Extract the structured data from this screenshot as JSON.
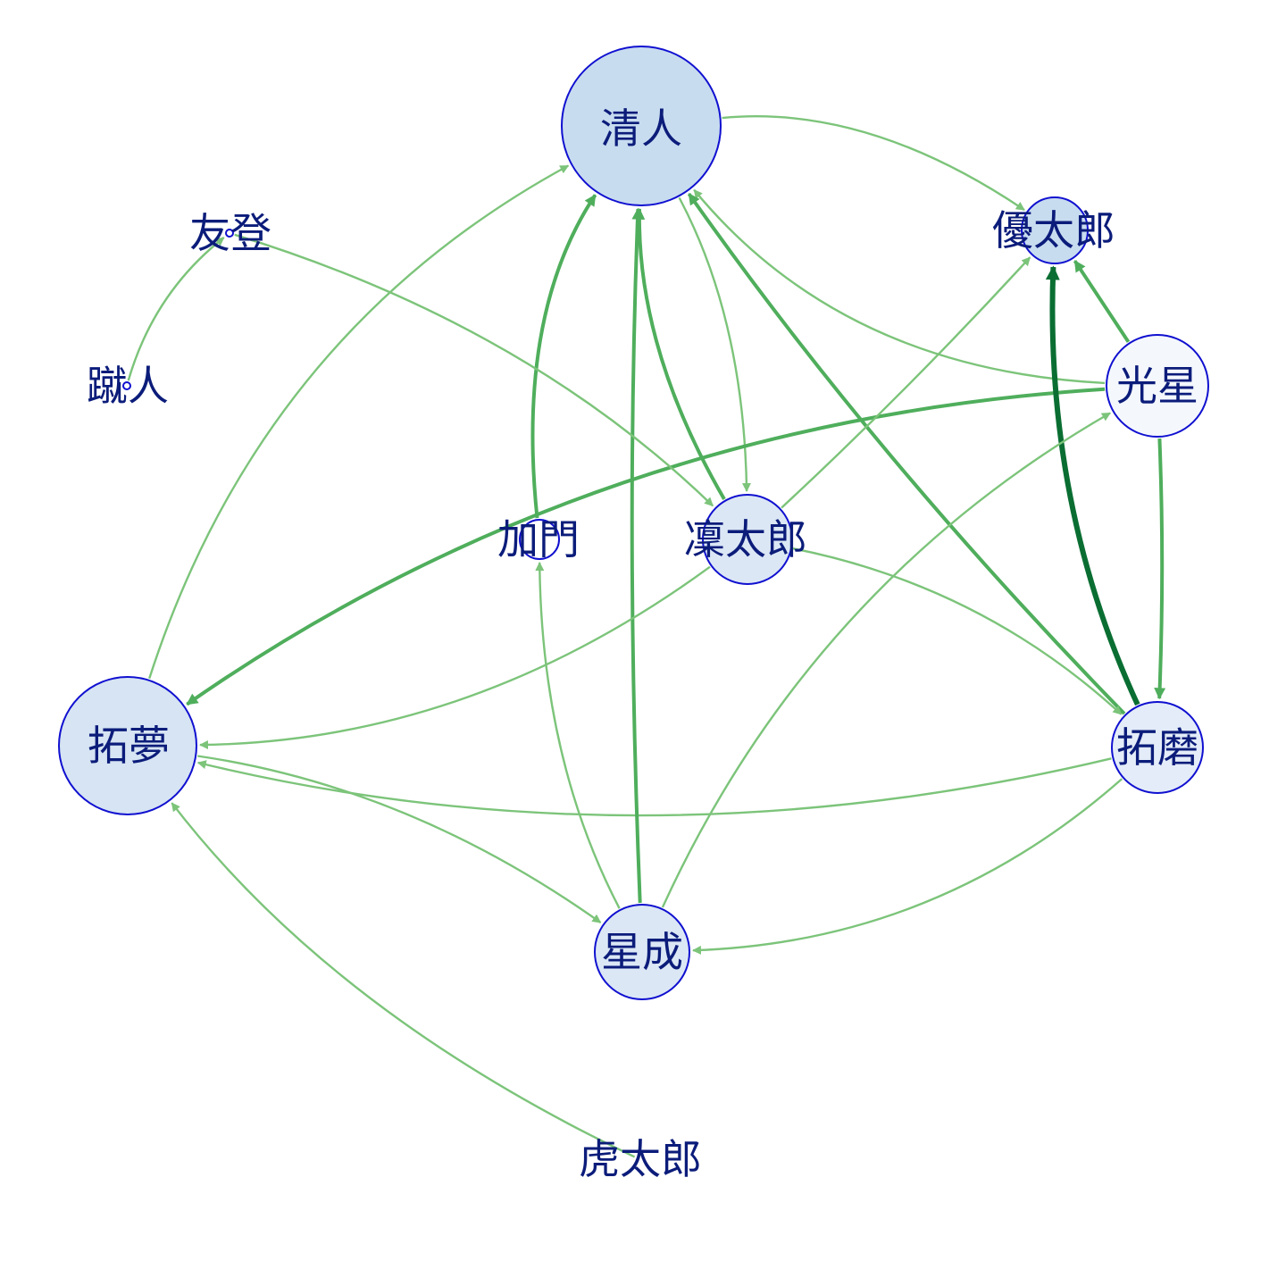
{
  "graph": {
    "directed": true,
    "nodes": [
      {
        "id": "kiyoto",
        "label": "清人",
        "fill": "#c8dcf0"
      },
      {
        "id": "yutaro",
        "label": "優太郎",
        "fill": "#c8dcf0"
      },
      {
        "id": "tomoto",
        "label": "友登",
        "fill": "#ffffff"
      },
      {
        "id": "shuto",
        "label": "蹴人",
        "fill": "#ffffff"
      },
      {
        "id": "kosei",
        "label": "光星",
        "fill": "#f4f8fd"
      },
      {
        "id": "kamon",
        "label": "加門",
        "fill": "#ffffff"
      },
      {
        "id": "rintaro",
        "label": "凜太郎",
        "fill": "#dbe7f5"
      },
      {
        "id": "takumu",
        "label": "拓夢",
        "fill": "#d6e4f3"
      },
      {
        "id": "takuma",
        "label": "拓磨",
        "fill": "#e3ecf8"
      },
      {
        "id": "seina",
        "label": "星成",
        "fill": "#dbe7f5"
      },
      {
        "id": "kotaro",
        "label": "虎太郎",
        "fill": "#ffffff"
      }
    ],
    "edges": [
      {
        "from": "kiyoto",
        "to": "yutaro",
        "weight": 1
      },
      {
        "from": "kiyoto",
        "to": "rintaro",
        "weight": 1
      },
      {
        "from": "kosei",
        "to": "kiyoto",
        "weight": 1
      },
      {
        "from": "kosei",
        "to": "yutaro",
        "weight": 2
      },
      {
        "from": "kosei",
        "to": "takuma",
        "weight": 2
      },
      {
        "from": "kosei",
        "to": "takumu",
        "weight": 2
      },
      {
        "from": "takuma",
        "to": "yutaro",
        "weight": 4
      },
      {
        "from": "takuma",
        "to": "kiyoto",
        "weight": 2
      },
      {
        "from": "takuma",
        "to": "seina",
        "weight": 1
      },
      {
        "from": "takuma",
        "to": "takumu",
        "weight": 1
      },
      {
        "from": "kamon",
        "to": "kiyoto",
        "weight": 2
      },
      {
        "from": "seina",
        "to": "kiyoto",
        "weight": 2
      },
      {
        "from": "seina",
        "to": "kamon",
        "weight": 1
      },
      {
        "from": "seina",
        "to": "kosei",
        "weight": 1
      },
      {
        "from": "rintaro",
        "to": "kiyoto",
        "weight": 2
      },
      {
        "from": "rintaro",
        "to": "yutaro",
        "weight": 1
      },
      {
        "from": "rintaro",
        "to": "takumu",
        "weight": 1
      },
      {
        "from": "rintaro",
        "to": "takuma",
        "weight": 1
      },
      {
        "from": "takumu",
        "to": "kiyoto",
        "weight": 1
      },
      {
        "from": "takumu",
        "to": "seina",
        "weight": 1
      },
      {
        "from": "tomoto",
        "to": "rintaro",
        "weight": 1
      },
      {
        "from": "shuto",
        "to": "tomoto",
        "weight": 1
      },
      {
        "from": "kotaro",
        "to": "takumu",
        "weight": 1
      }
    ],
    "edge_colors": {
      "1": "#7cc47a",
      "2": "#4fae5c",
      "4": "#0a6e32"
    }
  }
}
